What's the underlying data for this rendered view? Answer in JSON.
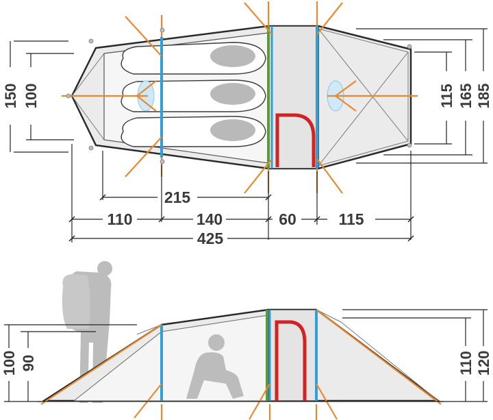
{
  "plan_view": {
    "length_dims": {
      "sleeping_area": "215",
      "vestibule_front": "110",
      "inner_cabin": "140",
      "middle_section": "60",
      "vestibule_rear": "115",
      "total_length": "425"
    },
    "left_width_dims": {
      "outer": "150",
      "inner": "100"
    },
    "right_width_dims": {
      "inner": "115",
      "middle": "165",
      "outer": "185"
    }
  },
  "side_view": {
    "left_height_dims": {
      "outer": "100",
      "inner": "90"
    },
    "right_height_dims": {
      "inner": "110",
      "outer": "120"
    }
  },
  "colors": {
    "guy_line": "#e8892e",
    "pole_blue": "#2e9fd8",
    "pole_green": "#5a9a3a",
    "door_red": "#d32222",
    "outline": "#2a2a2a",
    "fly_fill": "#ebebeb",
    "inner_fill": "#f4f4f4",
    "dimension_text": "#3a3a3a",
    "silhouette": "#bcbcbc"
  }
}
